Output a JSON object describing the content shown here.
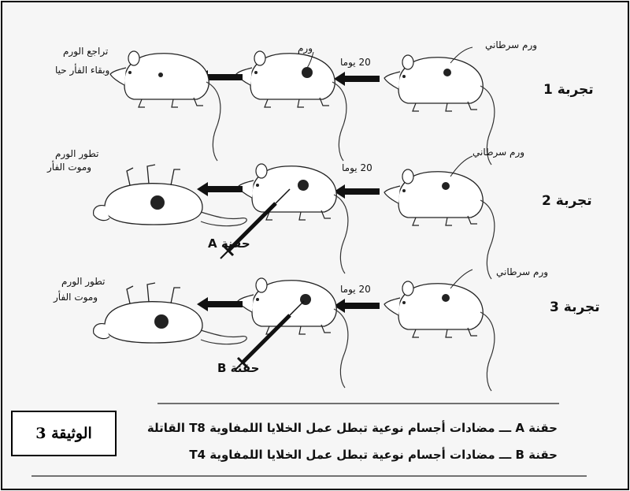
{
  "experiments": [
    {
      "label": "تجربة 1",
      "tumor_label": "ورم سرطاني",
      "days_label": "20 يوما",
      "middle_label": "ورم",
      "injection_label": "",
      "outcome_line1": "تراجع الورم",
      "outcome_line2": "وبقاء الفأر حيا"
    },
    {
      "label": "تجربة 2",
      "tumor_label": "ورم سرطاني",
      "days_label": "20 يوما",
      "middle_label": "",
      "injection_label": "حقنة A",
      "outcome_line1": "تطور الورم",
      "outcome_line2": "وموت الفأر"
    },
    {
      "label": "تجربة 3",
      "tumor_label": "ورم سرطاني",
      "days_label": "20 يوما",
      "middle_label": "",
      "injection_label": "حقنة B",
      "outcome_line1": "تطور الورم",
      "outcome_line2": "وموت الفأر"
    }
  ],
  "legend": {
    "line_a": "حقنة A ـــ مضادات أجسام نوعية تبطل عمل الخلايا اللمفاوية T8 القاتلة",
    "line_b": "حقنة B ـــ مضادات أجسام نوعية تبطل عمل الخلايا اللمفاوية T4"
  },
  "document_title": "الوثيقة 3"
}
